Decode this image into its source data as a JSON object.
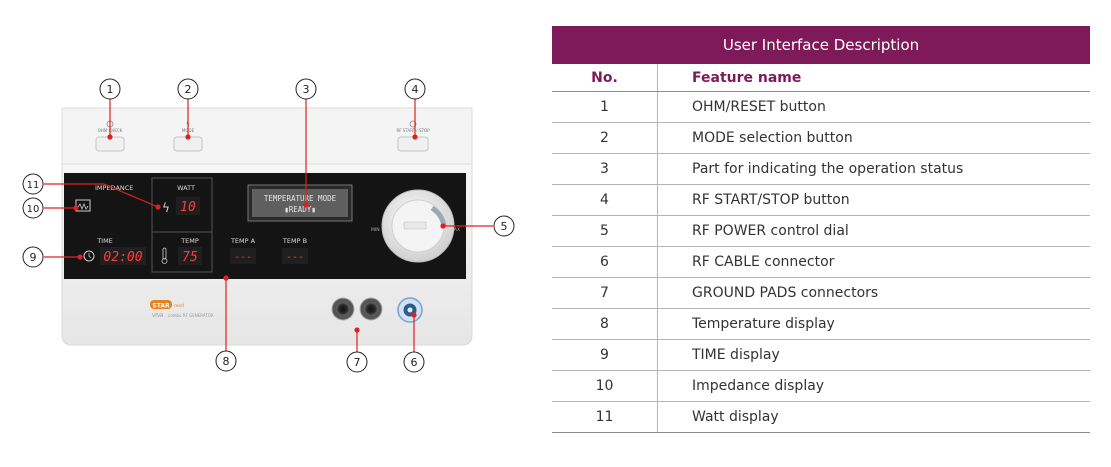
{
  "device": {
    "buttons": {
      "ohm": "OHM CHECK",
      "mode": "MODE",
      "rf": "RF START / STOP"
    },
    "panel": {
      "impedance_label": "IMPEDANCE",
      "watt_label": "WATT",
      "watt_value": "10",
      "time_label": "TIME",
      "time_value": "02:00",
      "temp_label": "TEMP",
      "temp_value": "75",
      "temp_a_label": "TEMP A",
      "temp_a_value": "---",
      "temp_b_label": "TEMP B",
      "temp_b_value": "---",
      "lcd_line1": "TEMPERATURE MODE",
      "lcd_line2": "▮READY▮",
      "min_label": "MIN",
      "max_label": "MAX"
    },
    "brand": {
      "logo": "STAR",
      "logo_sub": "med",
      "model": "VIVA",
      "model_sub": "combo RF GENERATOR"
    },
    "callouts": [
      "1",
      "2",
      "3",
      "4",
      "5",
      "6",
      "7",
      "8",
      "9",
      "10",
      "11"
    ]
  },
  "table": {
    "title": "User Interface Description",
    "headers": {
      "no": "No.",
      "name": "Feature name"
    },
    "rows": [
      {
        "no": "1",
        "name": "OHM/RESET button"
      },
      {
        "no": "2",
        "name": "MODE selection button"
      },
      {
        "no": "3",
        "name": "Part for indicating the operation status"
      },
      {
        "no": "4",
        "name": "RF START/STOP button"
      },
      {
        "no": "5",
        "name": "RF POWER control dial"
      },
      {
        "no": "6",
        "name": "RF CABLE connector"
      },
      {
        "no": "7",
        "name": "GROUND PADS connectors"
      },
      {
        "no": "8",
        "name": "Temperature display"
      },
      {
        "no": "9",
        "name": "TIME display"
      },
      {
        "no": "10",
        "name": "Impedance display"
      },
      {
        "no": "11",
        "name": "Watt display"
      }
    ]
  },
  "colors": {
    "header_bg": "#7f1a5a",
    "led_red": "#ff3b3b",
    "lcd_bg": "#5f5f5f",
    "callout_line": "#e02020"
  }
}
